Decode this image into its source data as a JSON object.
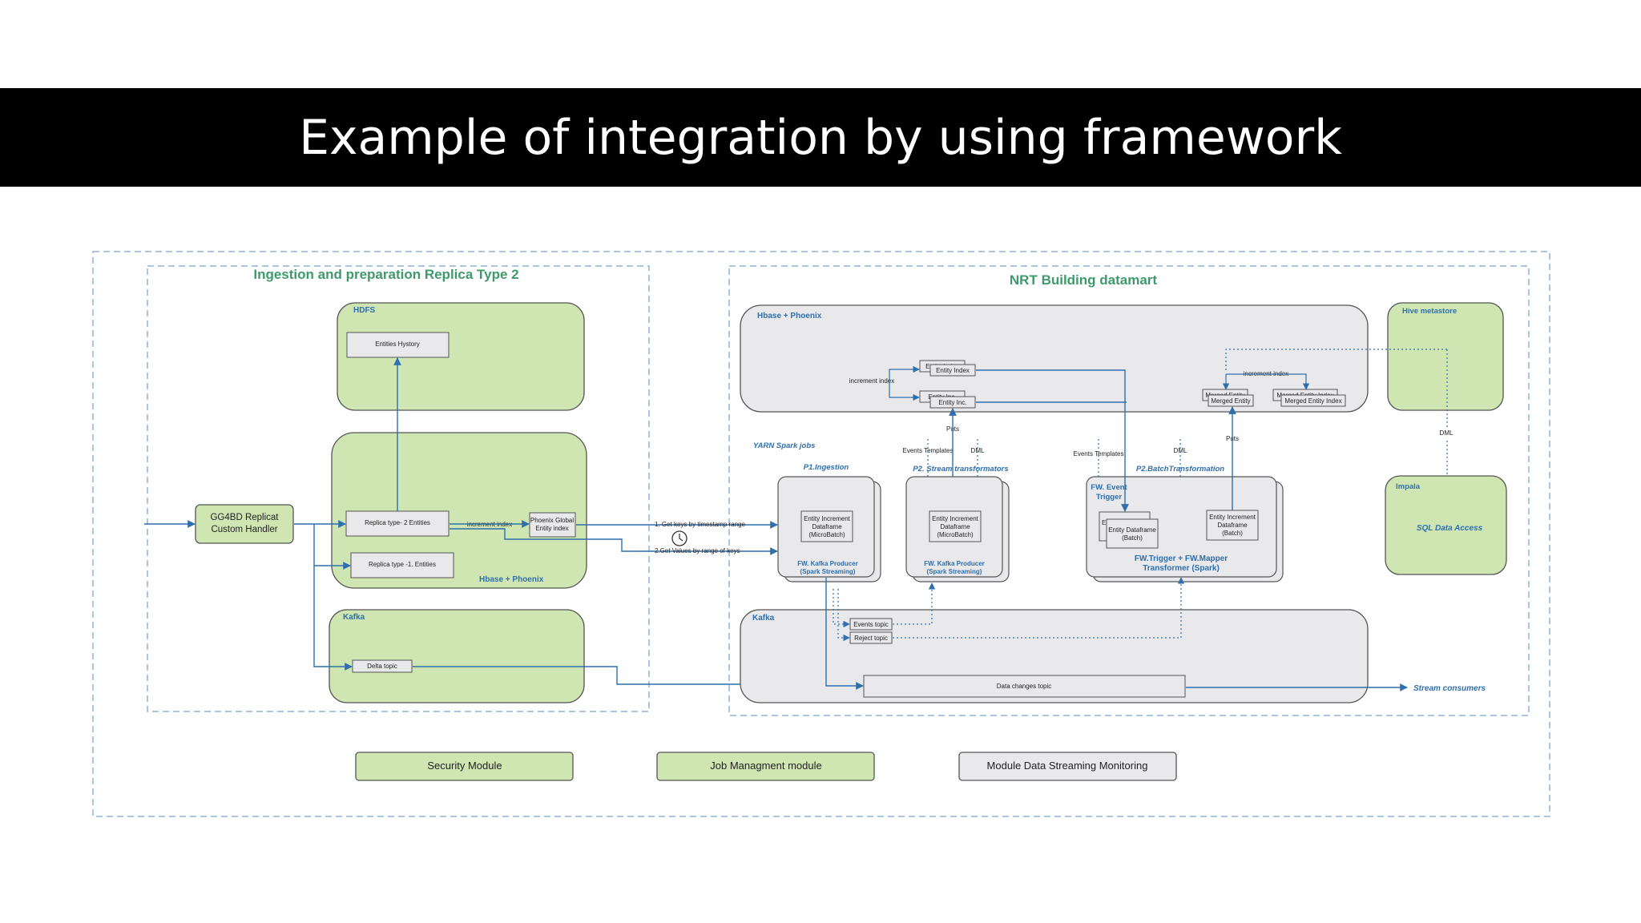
{
  "title": "Example of integration by using framework",
  "diagram": {
    "ingestion_title": "Ingestion and preparation Replica Type 2",
    "nrt_title": "NRT  Building datamart",
    "hdfs_label": "HDFS",
    "entities_history": "Entities Hystory",
    "hbase_phoenix_left": "Hbase + Phoenix",
    "replica_type2": "Replica type- 2 Entities",
    "increment_index_left": "increment index",
    "phoenix_global_1": "Phoenix Global",
    "phoenix_global_2": "Entity index",
    "replica_type1": "Replica type -1. Entities",
    "kafka_left": "Kafka",
    "delta_topic": "Delta topic",
    "gg4bd_1": "GG4BD Replicat",
    "gg4bd_2": "Custom Handler",
    "get_keys": "1. Get keys by timestamp range",
    "get_values": "2.Get Values by range of keys",
    "hbase_phoenix_right": "Hbase + Phoenix",
    "entity_index_back": "Entity Index",
    "entity_index": "Entity Index",
    "increment_index_mid": "increment index",
    "entity_inc_back": "Entity Inc.",
    "entity_inc": "Entity Inc.",
    "merged_entity_back": "Merged Entity",
    "merged_entity": "Merged Entity",
    "increment_index_right": "increment index",
    "merged_entity_index_back": "Merged Entity Index",
    "merged_entity_index": "Merged Entity Index",
    "hive_metastore": "Hive metastore",
    "dml_hive": "DML",
    "impala": "Impala",
    "sql_data_access": "SQL Data Access",
    "yarn_spark_jobs": "YARN Spark jobs",
    "puts_1": "Puts",
    "puts_2": "Puts",
    "events_templates_1": "Events Templates",
    "dml_1": "DML",
    "events_templates_2": "Events Templates",
    "dml_2": "DML",
    "p1_ingestion": "P1.Ingestion",
    "p2_stream": "P2. Stream transformators",
    "p2_batch": "P2.BatchTransformation",
    "eid_1": "Entity Increment",
    "eid_2": "Dataframe",
    "eid_3": "(MicroBatch)",
    "eid2_1": "Entity Increment",
    "eid2_2": "Dataframe",
    "eid2_3": "(MicroBatch)",
    "kafka_producer_1": "FW. Kafka Producer",
    "kafka_producer_2": "(Spark Streaming)",
    "kafka_producer2_1": "FW. Kafka Producer",
    "kafka_producer2_2": "(Spark Streaming)",
    "fw_event_1": "FW. Event",
    "fw_event_2": "Trigger",
    "edf_back": "E",
    "edf_1": "Entity Dataframe",
    "edf_2": "(Batch)",
    "eidb_1": "Entity Increment",
    "eidb_2": "Dataframe",
    "eidb_3": "(Batch)",
    "fw_trigger_1": "FW.Trigger + FW.Mapper",
    "fw_trigger_2": "Transformer (Spark)",
    "kafka_right": "Kafka",
    "events_topic": "Events topic",
    "reject_topic": "Reject topic",
    "data_changes_topic": "Data changes topic",
    "stream_consumers": "Stream consumers",
    "security_module": "Security Module",
    "job_module": "Job Managment module",
    "monitoring_module": "Module  Data Streaming Monitoring"
  },
  "colors": {
    "green_fill": "#cfe6b3",
    "gray_fill": "#e9e8ea",
    "box_stroke": "#555555",
    "arrow": "#2f6fad",
    "dashed": "#8db4d6"
  }
}
